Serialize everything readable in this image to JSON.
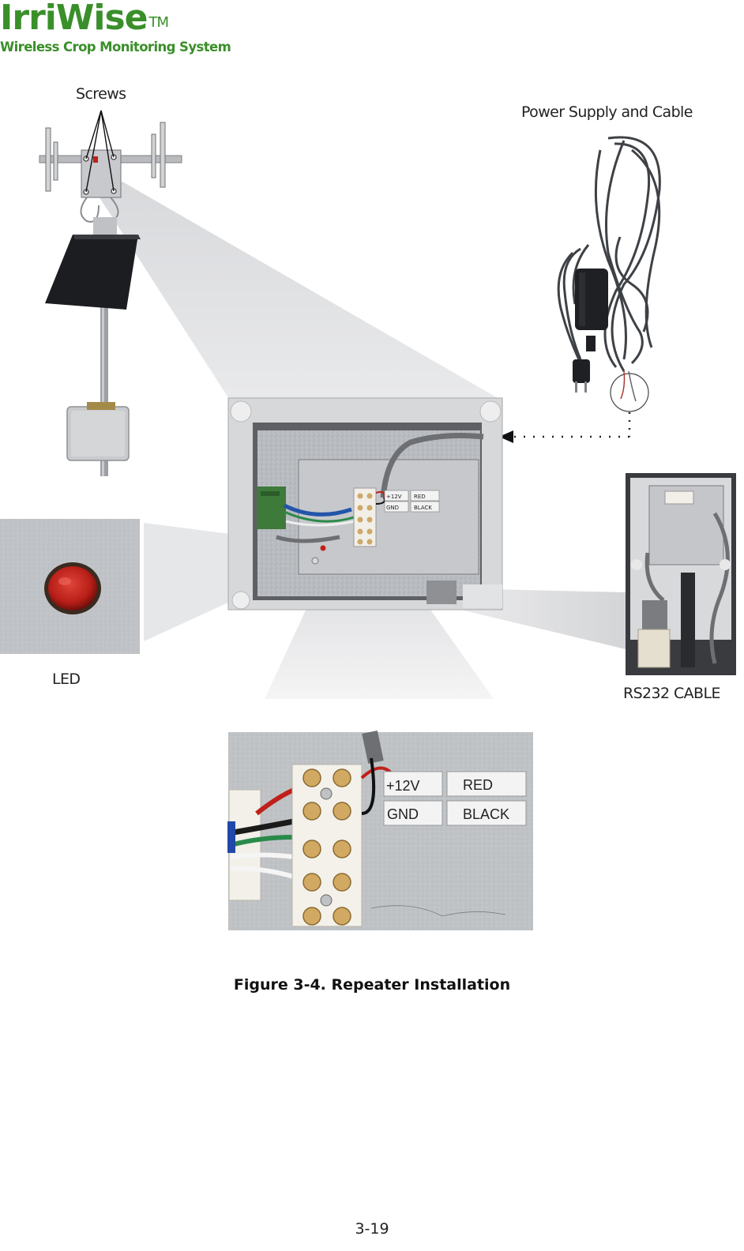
{
  "header": {
    "logo_name": "IrriWise",
    "logo_tm": "TM",
    "logo_tagline": "Wireless Crop Monitoring System"
  },
  "figure": {
    "labels": {
      "screws": "Screws",
      "power_supply": "Power Supply and Cable",
      "led": "LED",
      "rs232": "RS232 CABLE"
    },
    "terminal_labels": {
      "plus12v_small": "+12V",
      "red_small": "RED",
      "gnd_small": "GND",
      "black_small": "BLACK",
      "plus12v": "+12V",
      "red": "RED",
      "gnd": "GND",
      "black": "BLACK"
    },
    "caption": "Figure 3-4.  Repeater Installation"
  },
  "footer": {
    "page_number": "3-19"
  },
  "colors": {
    "brand_green": "#3a8f2a",
    "led_red": "#c0201a",
    "callout_gray": "#cfd0d2"
  }
}
